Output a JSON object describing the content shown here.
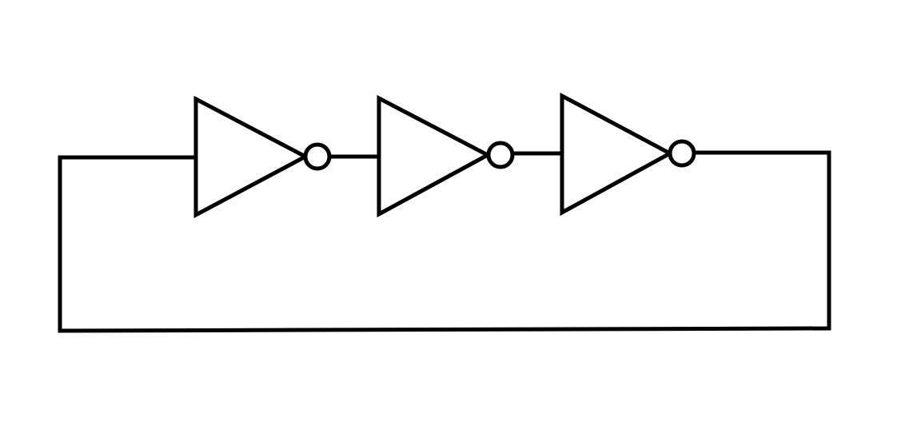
{
  "diagram": {
    "type": "ring-oscillator",
    "description_visible_text": "",
    "gates": [
      {
        "kind": "NOT",
        "name": "inverter-1"
      },
      {
        "kind": "NOT",
        "name": "inverter-2"
      },
      {
        "kind": "NOT",
        "name": "inverter-3"
      }
    ],
    "connections": [
      {
        "from": "inverter-1",
        "to": "inverter-2"
      },
      {
        "from": "inverter-2",
        "to": "inverter-3"
      },
      {
        "from": "inverter-3",
        "to": "inverter-1",
        "path": "feedback-loop"
      }
    ],
    "colors": {
      "line": "#000000",
      "background": "#ffffff"
    }
  }
}
